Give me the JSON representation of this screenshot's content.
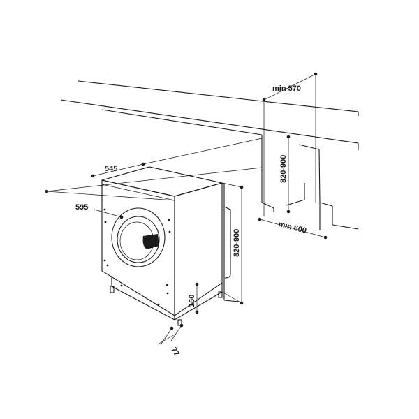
{
  "diagram": {
    "labels": {
      "depth_min": "min 570",
      "height_range_cabinet": "820-900",
      "width_min": "min 600",
      "appliance_depth": "545",
      "appliance_width": "595",
      "appliance_height_range": "820-900",
      "plinth_height": "160",
      "plinth_recess": "77"
    },
    "colors": {
      "line": "#1a1a1a",
      "background": "#ffffff"
    }
  }
}
